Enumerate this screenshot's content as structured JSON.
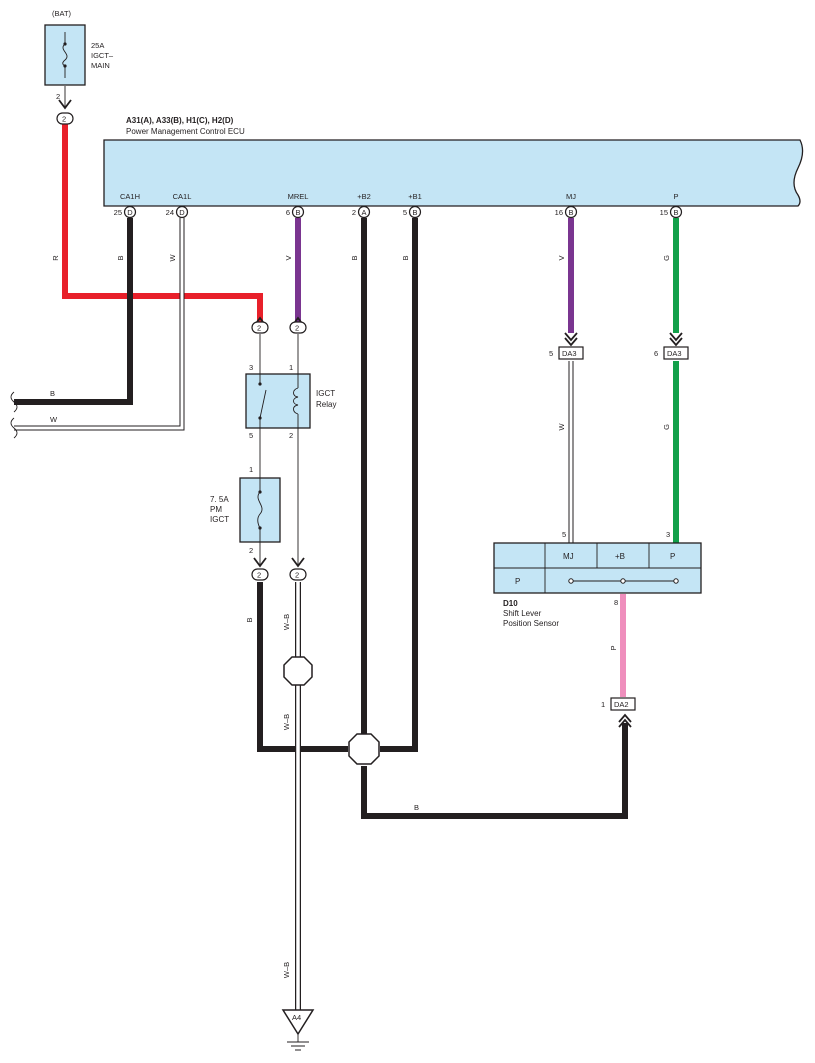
{
  "colors": {
    "red": "#e8202a",
    "black": "#231f20",
    "white_wire": "#ffffff",
    "violet": "#7a3590",
    "green": "#12a04a",
    "pink": "#ef8fbd",
    "component_fill": "#c4e5f5"
  },
  "fuse_main": {
    "source": "(BAT)",
    "rating": "25A",
    "name_line1": "IGCT–",
    "name_line2": "MAIN",
    "pin": "2",
    "connector": "2"
  },
  "ecu": {
    "codes": "A31(A), A33(B), H1(C), H2(D)",
    "name": "Power Management Control ECU",
    "terminals": [
      {
        "label": "CA1H",
        "pin": "25",
        "conn": "D"
      },
      {
        "label": "CA1L",
        "pin": "24",
        "conn": "D"
      },
      {
        "label": "MREL",
        "pin": "6",
        "conn": "B"
      },
      {
        "label": "+B2",
        "pin": "2",
        "conn": "A"
      },
      {
        "label": "+B1",
        "pin": "5",
        "conn": "B"
      },
      {
        "label": "MJ",
        "pin": "16",
        "conn": "B"
      },
      {
        "label": "P",
        "pin": "15",
        "conn": "B"
      }
    ]
  },
  "wire_colors": {
    "r": "R",
    "b_ca1h": "B",
    "w_ca1l": "W",
    "v_mrel": "V",
    "b_b2": "B",
    "b_b1": "B",
    "v_mj": "V",
    "g_p": "G",
    "b_left": "B",
    "w_left": "W",
    "w_da3": "W",
    "g_da3": "G",
    "b_pm": "B",
    "wb_1": "W–B",
    "wb_2": "W–B",
    "wb_3": "W–B",
    "p_d10": "P",
    "b_bottom": "B"
  },
  "junctions": {
    "relay_in_3": "2",
    "relay_in_1": "2",
    "relay_out_5": "2",
    "relay_out_2": "2"
  },
  "relay": {
    "name_line1": "IGCT",
    "name_line2": "Relay",
    "pin_tl": "3",
    "pin_tr": "1",
    "pin_bl": "5",
    "pin_br": "2"
  },
  "fuse_pm": {
    "rating": "7. 5A",
    "name_line1": "PM",
    "name_line2": "IGCT",
    "pin_top": "1",
    "pin_bottom": "2"
  },
  "da3_left": {
    "pin": "5",
    "conn": "DA3"
  },
  "da3_right": {
    "pin": "6",
    "conn": "DA3"
  },
  "da2": {
    "pin": "1",
    "conn": "DA2"
  },
  "sensor": {
    "code": "D10",
    "name_line1": "Shift Lever",
    "name_line2": "Position Sensor",
    "headers": [
      "MJ",
      "+B",
      "P"
    ],
    "row_label": "P",
    "pin_mj": "5",
    "pin_p": "3",
    "pin_b": "8"
  },
  "ground": {
    "label": "A4"
  }
}
